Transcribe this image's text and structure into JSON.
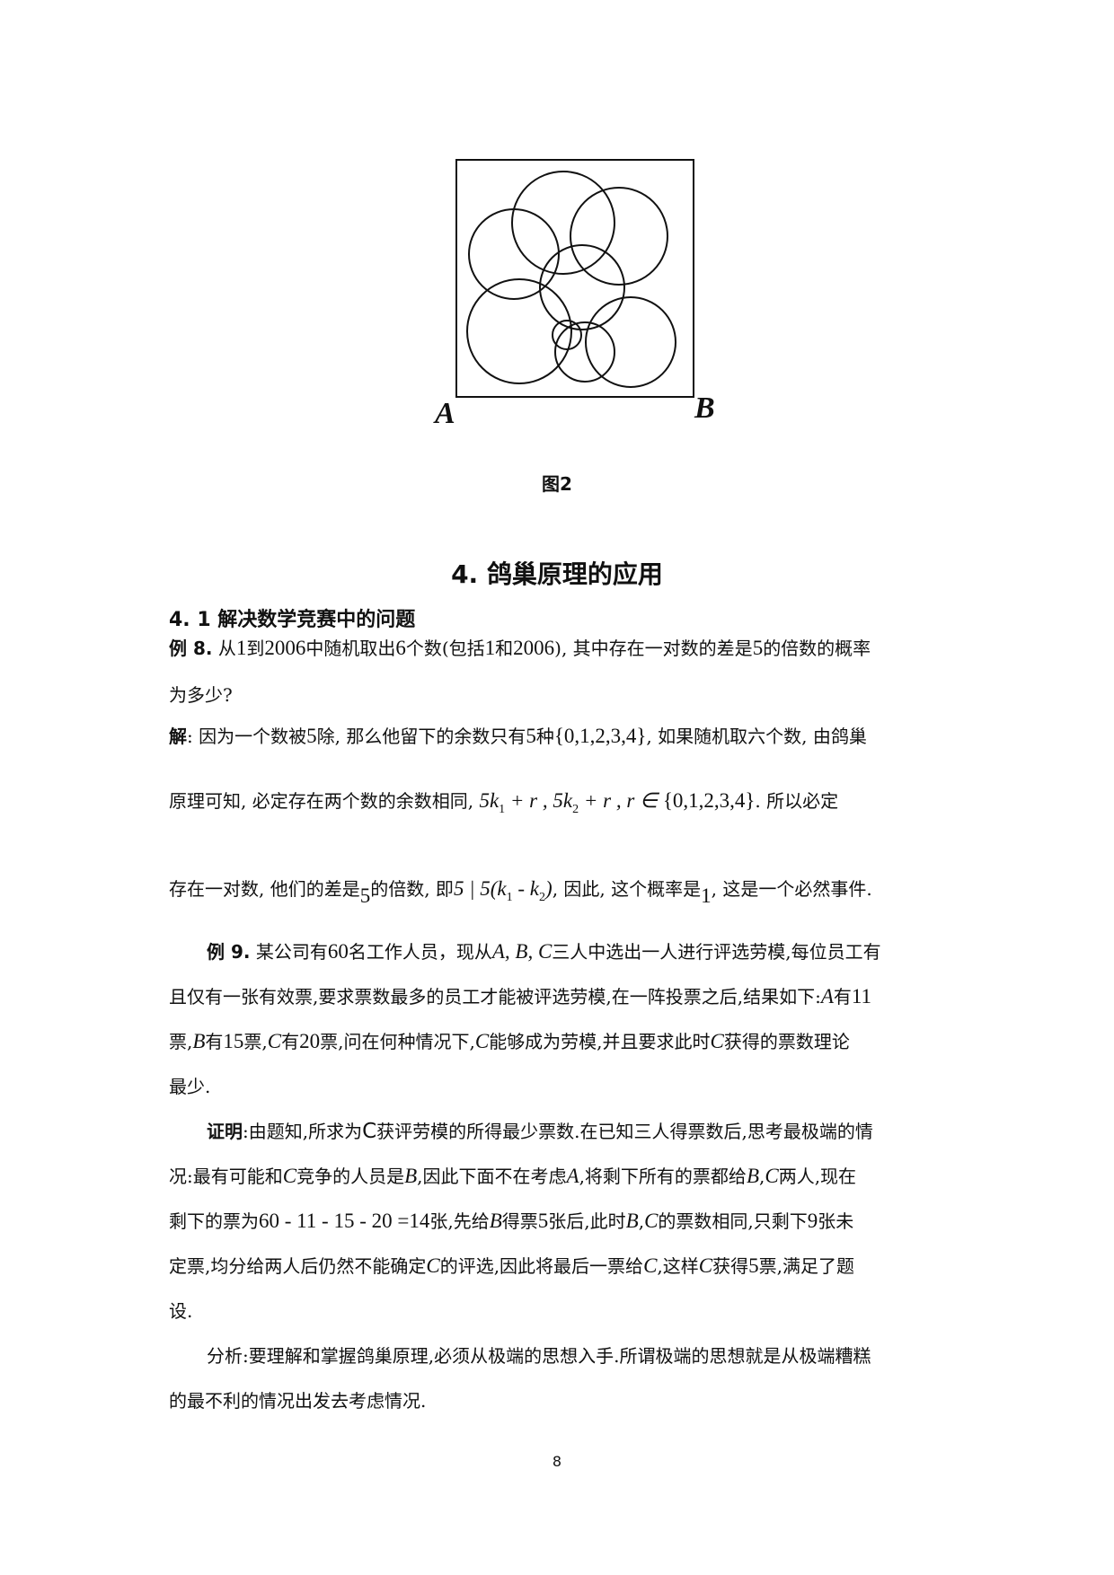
{
  "figure": {
    "label_a": "A",
    "label_b": "B",
    "caption": "图2"
  },
  "section": {
    "title": "4. 鸽巢原理的应用",
    "subtitle": "4. 1 解决数学竞赛中的问题"
  },
  "ex8": {
    "label": "例 8.",
    "l1_a": " 从",
    "n1": "1",
    "l1_b": "到",
    "n2006": "2006",
    "l1_c": "中随机取出",
    "n6": "6",
    "l1_d": "个数(包括",
    "l1_e": "和",
    "l1_f": "), 其中存在一对数的差是",
    "n5": "5",
    "l1_g": "的倍数的概率",
    "l2": "为多少?"
  },
  "sol": {
    "label": "解",
    "l1_a": ": 因为一个数被",
    "l1_b": "除, 那么他留下的余数只有",
    "l1_c": "种",
    "set": "{0,1,2,3,4}",
    "l1_d": ", 如果随机取六个数, 由鸽巢",
    "l2_a": "原理可知, 必定存在两个数的余数相同,",
    "f1": "5k",
    "f1s": "1",
    "f1t": " + r ,  5k",
    "f2s": "2",
    "f2t": " + r ,   r ∈ ",
    "l2_b": ". 所以必定",
    "l3_a": "存在一对数, 他们的差是",
    "l3_b": "的倍数, 即",
    "div_a": "5 | 5(k",
    "div_b": " - k",
    "div_c": ")",
    "l3_c": ", 因此, 这个概率是",
    "l3_d": ", 这是一个必然事件."
  },
  "ex9": {
    "label": "例 9.",
    "l1_a": " 某公司有",
    "n60": "60",
    "l1_b": "名工作人员，现从",
    "abc": "A, B, C",
    "l1_c": "三人中选出一人进行评选劳模,每位员工有",
    "l2_a": "且仅有一张有效票,要求票数最多的员工才能被评选劳模,在一阵投票之后,结果如下:",
    "A": "A",
    "l2_b": "有",
    "n11": "11",
    "B": "B",
    "l3_a": "票,",
    "l3_b": "有",
    "n15": "15",
    "l3_c": "票,",
    "C": "C",
    "l3_d": "有",
    "n20": "20",
    "l3_e": "票,问在何种情况下,",
    "l3_f": "能够成为劳模,并且要求此时",
    "l3_g": "获得的票数理论",
    "l4": "最少."
  },
  "proof": {
    "label": "证明",
    "l1_a": ":由题知,所求为",
    "l1_b": "获评劳模的所得最少票数.在已知三人得票数后,思考最极端的情",
    "l2_a": "况:最有可能和",
    "l2_b": "竞争的人员是",
    "l2_c": ",因此下面不在考虑",
    "l2_d": ",将剩下所有的票都给",
    "l2_e": ",",
    "l2_f": "两人,现在",
    "l3_a": "剩下的票为",
    "calc": "60 - 11 - 15 - 20 =14",
    "l3_b": "张,先给",
    "l3_c": "得票",
    "l3_d": "张后,此时",
    "l3_e": ",",
    "l3_f": "的票数相同,只剩下",
    "n9": "9",
    "l3_g": "张未",
    "l4_a": "定票,均分给两人后仍然不能确定",
    "l4_b": "的评选,因此将最后一票给",
    "l4_c": ",这样",
    "l4_d": "获得",
    "l4_e": "票,满足了题",
    "l5": "设."
  },
  "analysis": {
    "l1": "分析:要理解和掌握鸽巢原理,必须从极端的思想入手.所谓极端的思想就是从极端糟糕",
    "l2": "的最不利的情况出发去考虑情况."
  },
  "page_number": "8"
}
